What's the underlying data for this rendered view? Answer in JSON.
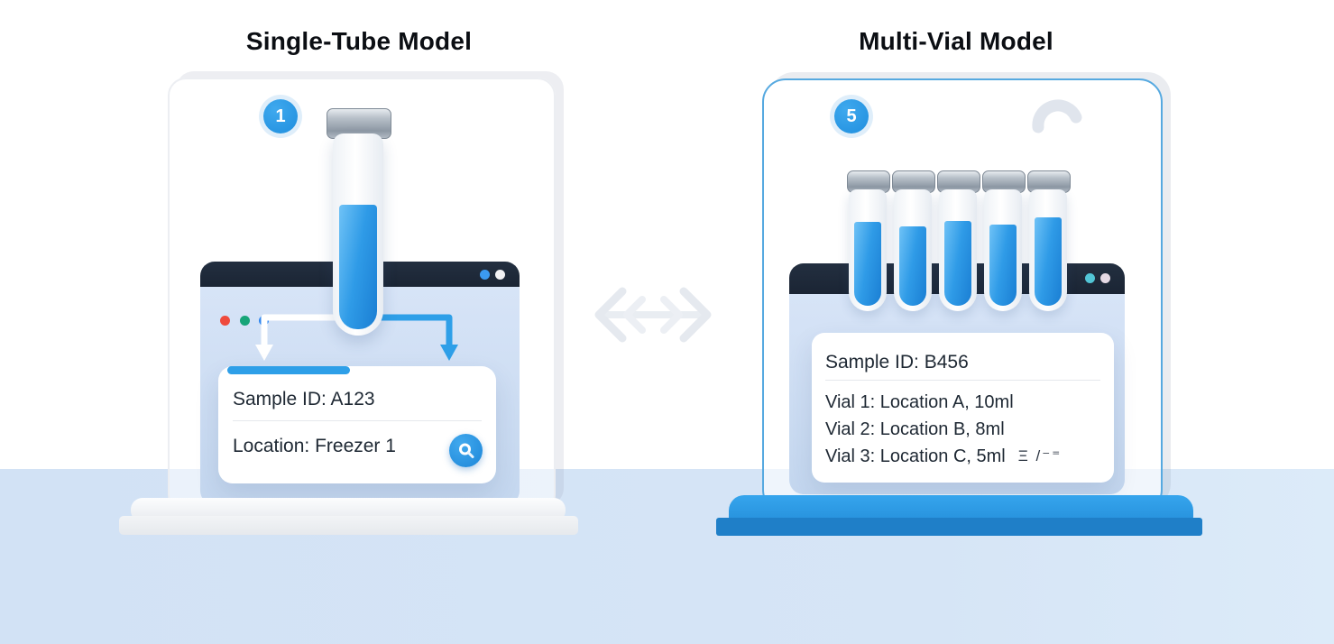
{
  "left": {
    "title": "Single-Tube Model",
    "badge_label": "1",
    "card": {
      "sample_id": "Sample ID: A123",
      "location": "Location: Freezer 1"
    }
  },
  "right": {
    "title": "Multi-Vial Model",
    "badge_label": "5",
    "card": {
      "sample_id": "Sample ID: B456",
      "vial_lines": [
        "Vial 1: Location A, 10ml",
        "Vial 2: Location B, 8ml",
        "Vial 3: Location C, 5ml"
      ],
      "trailing_glyphs": "Ξ /⁻⁼"
    }
  },
  "icons": {
    "search": "magnifier-in-blue-circle",
    "swap": "double-headed-horizontal-arrow",
    "spinner": "gray-arc",
    "window_dots_left": [
      "blue",
      "white"
    ],
    "window_dots_right": [
      "teal",
      "pink-white"
    ],
    "traffic_lights": [
      "red",
      "green",
      "blue"
    ]
  },
  "colors": {
    "accent_blue": "#2d9ce8",
    "liquid_blue_light": "#6fc2f6",
    "liquid_blue_dark": "#1a7ed3",
    "navy_bar": "#1d2836",
    "browser_body": "#cdddf3",
    "panel_border_blue": "#56a9e0",
    "stand_blue": "#2e9fe8",
    "stand_blue_dark": "#1f7fc8",
    "background_band": "#d3e2f5",
    "traffic_red": "#ef4a3c",
    "traffic_green": "#17a578",
    "traffic_blue": "#2f86ef",
    "window_dot_blue": "#3b9af0",
    "window_dot_white": "#f2f2f4",
    "window_dot_teal": "#52c5d6",
    "window_dot_pink": "#e5d9e4"
  }
}
